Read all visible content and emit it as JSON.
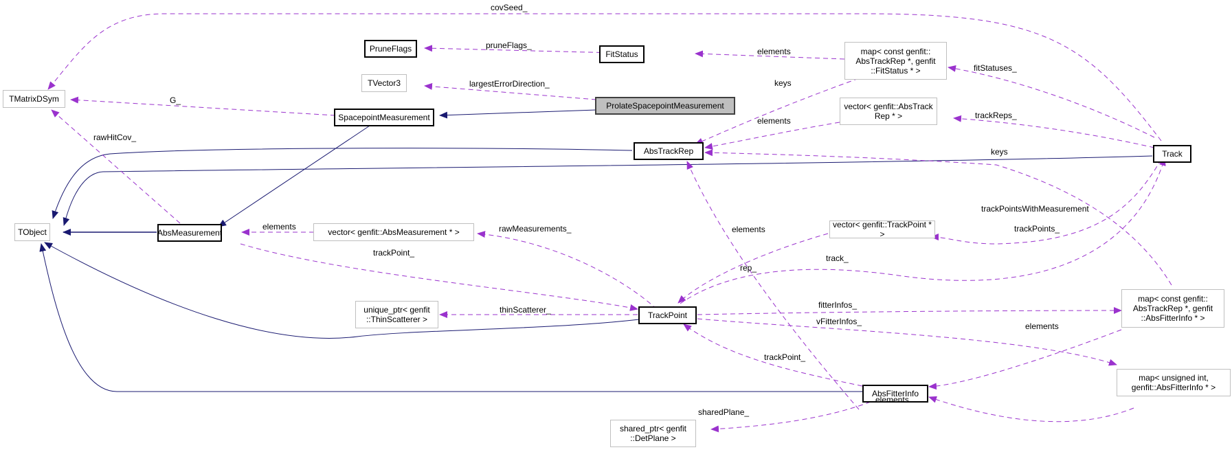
{
  "colors": {
    "inheritance": "#191970",
    "usage": "#9a32cd",
    "focus_fill": "#bfbfbf"
  },
  "nodes": {
    "tmatrixdsym": "TMatrixDSym",
    "pruneflags": "PruneFlags",
    "tvector3": "TVector3",
    "fitstatus": "FitStatus",
    "spacepoint": "SpacepointMeasurement",
    "prolate": "ProlateSpacepointMeasurement",
    "map_fitstatus": "map< const genfit::\nAbsTrackRep *, genfit\n::FitStatus * >",
    "vector_absrep": "vector< genfit::AbsTrack\nRep * >",
    "abstrackrep": "AbsTrackRep",
    "track": "Track",
    "tobject": "TObject",
    "absmeasurement": "AbsMeasurement",
    "vector_absmeas": "vector< genfit::AbsMeasurement * >",
    "vector_trackpoint": "vector< genfit::TrackPoint * >",
    "unique_thin": "unique_ptr< genfit\n::ThinScatterer >",
    "trackpoint": "TrackPoint",
    "map_fitterinfo": "map< const genfit::\nAbsTrackRep *, genfit\n::AbsFitterInfo * >",
    "map_uint": "map< unsigned int,\n genfit::AbsFitterInfo * >",
    "absfitterinfo": "AbsFitterInfo",
    "shared_plane": "shared_ptr< genfit\n::DetPlane >"
  },
  "edge_labels": {
    "covSeed": "covSeed_",
    "pruneFlags": "pruneFlags_",
    "elements_fitstatus": "elements",
    "largestErrorDirection": "largestErrorDirection_",
    "G": "G_",
    "keys_fitstatus": "keys",
    "fitStatuses": "fitStatuses_",
    "elements_absrep": "elements",
    "trackReps": "trackReps_",
    "keys_fitterinfo": "keys",
    "rawHitCov": "rawHitCov_",
    "trackPointsWithMeasurement": "trackPointsWithMeasurement",
    "trackPoints": "trackPoints_",
    "elements_absmeas": "elements",
    "rawMeasurements": "rawMeasurements_",
    "elements_trackpoint": "elements",
    "trackPoint_meas": "trackPoint_",
    "rep": "rep_",
    "track": "track_",
    "thinScatterer": "thinScatterer_",
    "fitterInfos": "fitterInfos_",
    "vFitterInfos": "vFitterInfos_",
    "elements_fitterinfo": "elements",
    "trackPoint_fi": "trackPoint_",
    "elements_uint": "elements",
    "sharedPlane": "sharedPlane_"
  }
}
